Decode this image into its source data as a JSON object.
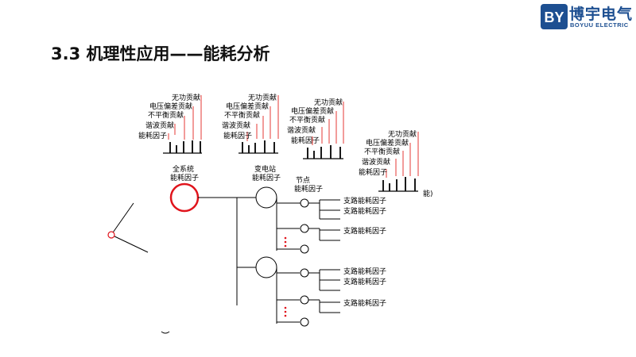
{
  "header": {
    "logo_text": "博宇电气",
    "logo_subtext": "BOYUU ELECTRIC",
    "logo_mark": "BY"
  },
  "title": "3.3 机理性应用——能耗分析",
  "contribution_labels": [
    "无功贡献",
    "电压偏差贡献",
    "不平衡贡献",
    "谐波贡献",
    "能耗因子"
  ],
  "nodes": {
    "system": [
      "全系统",
      "能耗因子"
    ],
    "substation": [
      "变电站",
      "能耗因子"
    ],
    "node": [
      "节点",
      "能耗因子"
    ]
  },
  "branch_label": "支路能耗因子",
  "stray_fragment": "能)",
  "colors": {
    "accent_red": "#e0141c",
    "stem_red": "#e53935",
    "logo_blue": "#1d4f91"
  }
}
